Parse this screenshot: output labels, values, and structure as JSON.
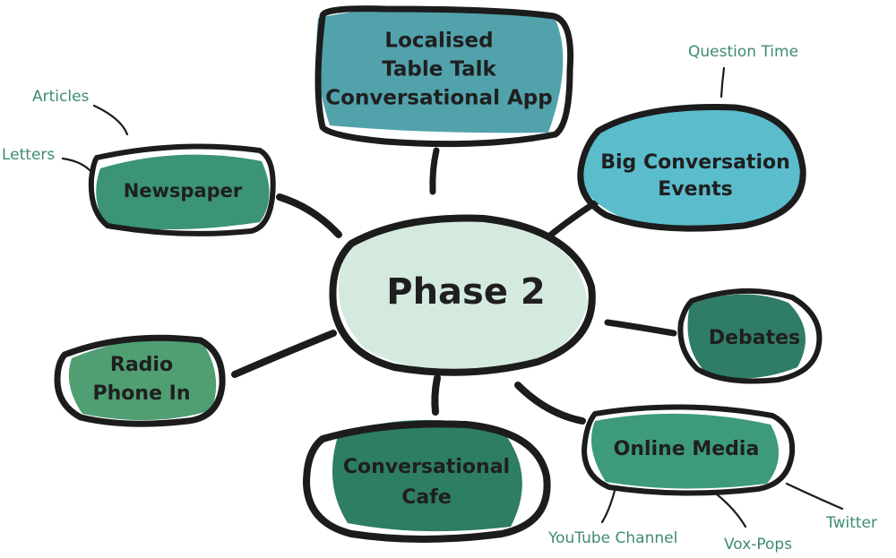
{
  "center": {
    "label": "Phase 2",
    "color": "#d5eadf"
  },
  "nodes": {
    "app": {
      "lines": [
        "Localised",
        "Table Talk",
        "Conversational App"
      ],
      "color": "#3f98a3"
    },
    "events": {
      "lines": [
        "Big Conversation",
        "Events"
      ],
      "color": "#5bbccc"
    },
    "newspaper": {
      "lines": [
        "Newspaper"
      ],
      "color": "#3b9478"
    },
    "debates": {
      "lines": [
        "Debates"
      ],
      "color": "#2f7d67"
    },
    "radio": {
      "lines": [
        "Radio",
        "Phone In"
      ],
      "color": "#4f9f72"
    },
    "cafe": {
      "lines": [
        "Conversational",
        "Cafe"
      ],
      "color": "#2e7d65"
    },
    "online": {
      "lines": [
        "Online Media"
      ],
      "color": "#3d9a7d"
    }
  },
  "leaves": {
    "articles": "Articles",
    "letters": "Letters",
    "question_time": "Question Time",
    "youtube": "YouTube Channel",
    "voxpops": "Vox-Pops",
    "twitter": "Twitter"
  }
}
